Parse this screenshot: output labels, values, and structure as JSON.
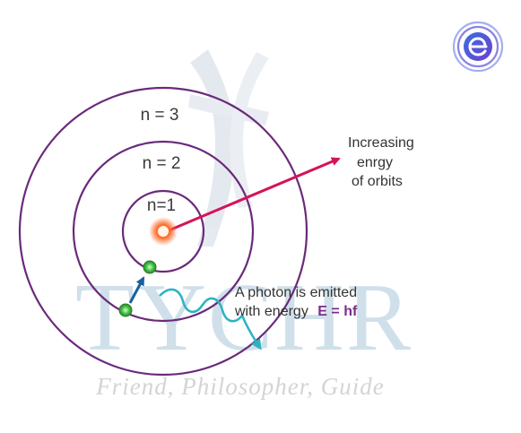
{
  "watermark": {
    "word": "TYCHR",
    "tagline": "Friend, Philosopher, Guide"
  },
  "orbits": [
    {
      "label": "n=1"
    },
    {
      "label": "n = 2"
    },
    {
      "label": "n = 3"
    }
  ],
  "callout_energy": {
    "lines": [
      "Increasing",
      "enrgy",
      "of orbits"
    ]
  },
  "callout_photon": {
    "line1": "A photon is emitted",
    "line2_prefix": "with energy",
    "equation": "E = hf"
  },
  "colors": {
    "orbit": "#6a2a7a",
    "arrow_energy": "#d4145a",
    "arrow_jump": "#1a5f9e",
    "photon_wave": "#2bb3c0",
    "electron": "#3fbf3f",
    "nucleus": "#ff6a2a"
  },
  "logo": {
    "icon": "e-logo-icon"
  }
}
